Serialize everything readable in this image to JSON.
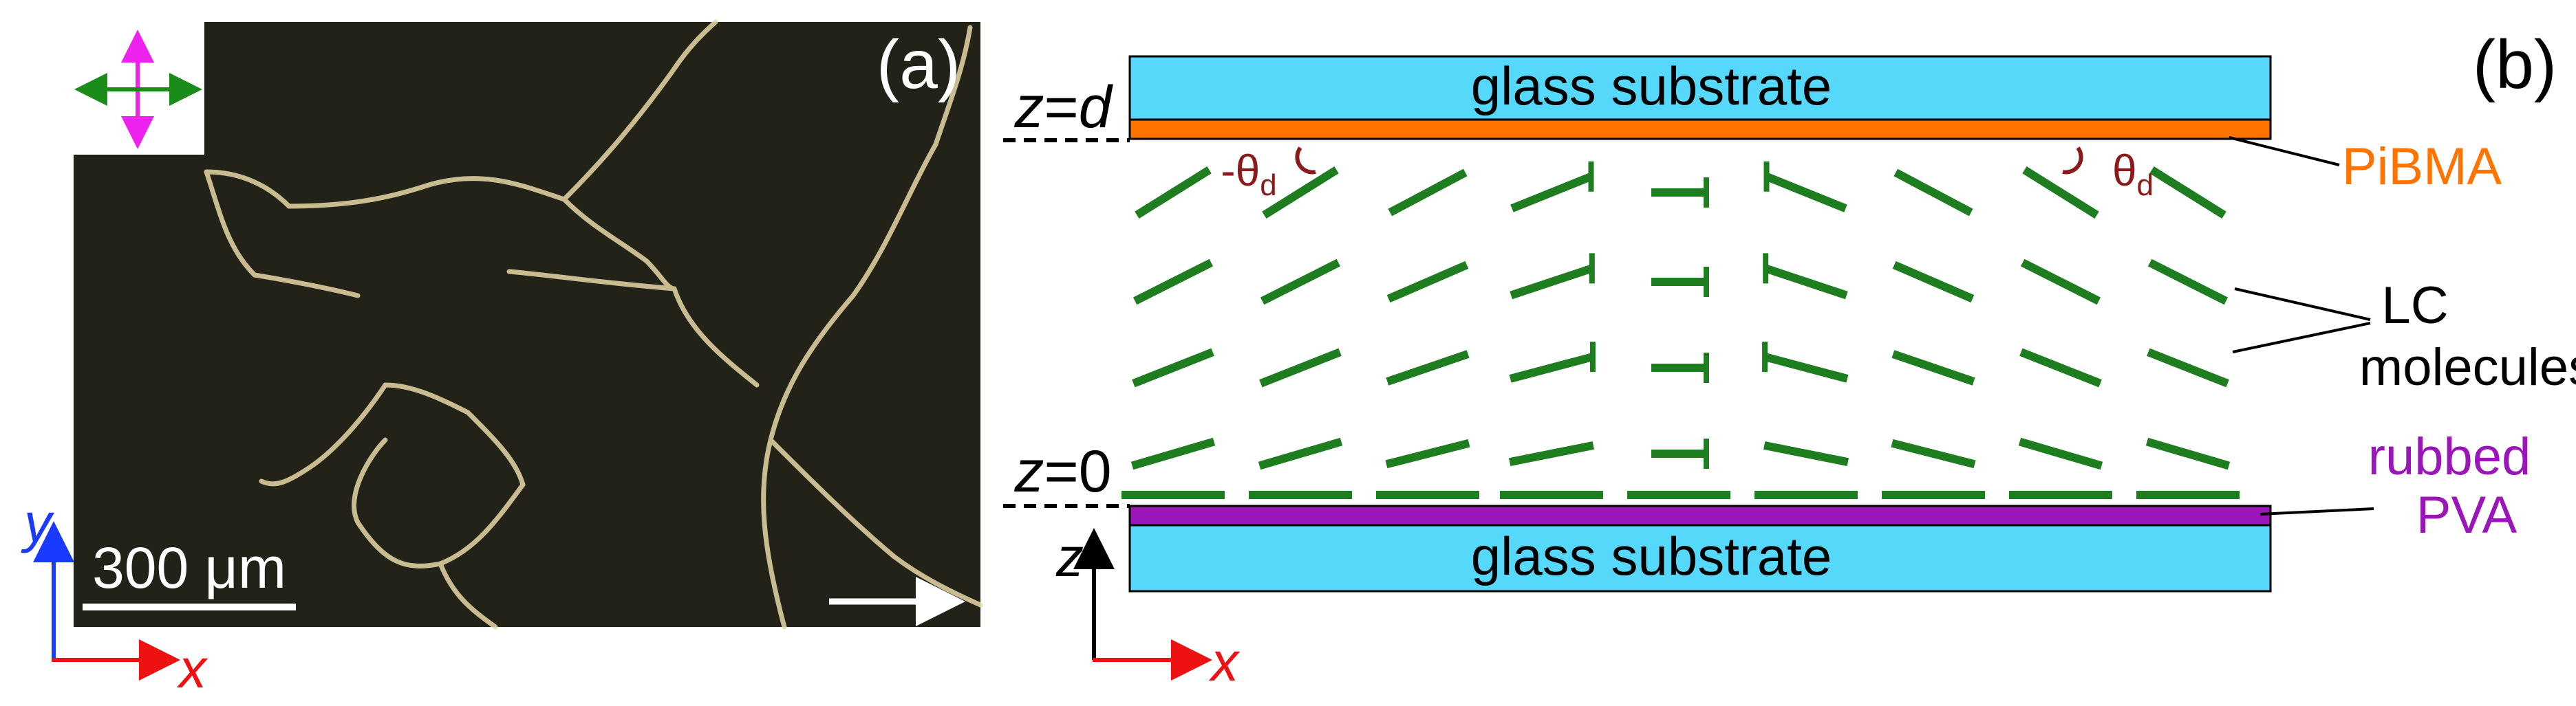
{
  "panel_a": {
    "label": "(a)",
    "scale_bar": "300 μm",
    "axis_x": "x",
    "axis_y": "y",
    "polarizer_icon": "crossed-polarizers-icon",
    "arrow_icon": "arrow-right-icon"
  },
  "panel_b": {
    "label": "(b)",
    "top_substrate": "glass substrate",
    "bottom_substrate": "glass substrate",
    "z_top": {
      "var": "z",
      "eq": "=",
      "val": "d"
    },
    "z_bottom": {
      "var": "z",
      "eq": "=",
      "val": "0"
    },
    "theta_left": {
      "sign": "-",
      "sym": "θ",
      "sub": "d"
    },
    "theta_right": {
      "sym": "θ",
      "sub": "d"
    },
    "pibma": "PiBMA",
    "lc_line1": "LC",
    "lc_line2": "molecules",
    "rubbed_line1": "rubbed",
    "rubbed_line2": "PVA",
    "axis_z": "z",
    "axis_x": "x"
  },
  "colors": {
    "glass": "#55d8fa",
    "pibma": "#ff7300",
    "pva": "#9a16b8",
    "lc": "#1e7d1e",
    "theta": "#8b1a1a",
    "axis_red": "#ee1111",
    "axis_blue": "#1a3bff",
    "green_pol": "#1a8c1a",
    "magenta_pol": "#ee22ee",
    "micro_bg": "#232219"
  }
}
